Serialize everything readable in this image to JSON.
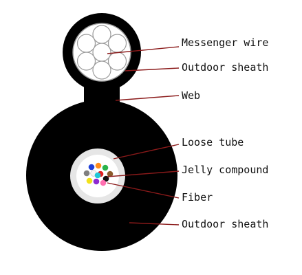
{
  "labels": {
    "messenger_wire": "Messenger wire",
    "outdoor_sheath_top": "Outdoor sheath",
    "web": "Web",
    "loose_tube": "Loose tube",
    "jelly_compound": "Jelly compound",
    "fiber": "Fiber",
    "outdoor_sheath_bottom": "Outdoor sheath"
  },
  "colors": {
    "sheath": "#000000",
    "leader_line": "#8b1a1a",
    "wire_fill": "#ffffff",
    "wire_stroke": "#9a9a9a",
    "loose_tube": "#e6e6e6",
    "jelly": "#ffffff"
  },
  "fiber_colors": [
    "#1f3fd8",
    "#ff8c1a",
    "#2bb34a",
    "#8b5a2b",
    "#808080",
    "#f5f5f5",
    "#e02020",
    "#111111",
    "#f2e21a",
    "#8e2bd1",
    "#ff6fb0",
    "#20c8d8"
  ]
}
